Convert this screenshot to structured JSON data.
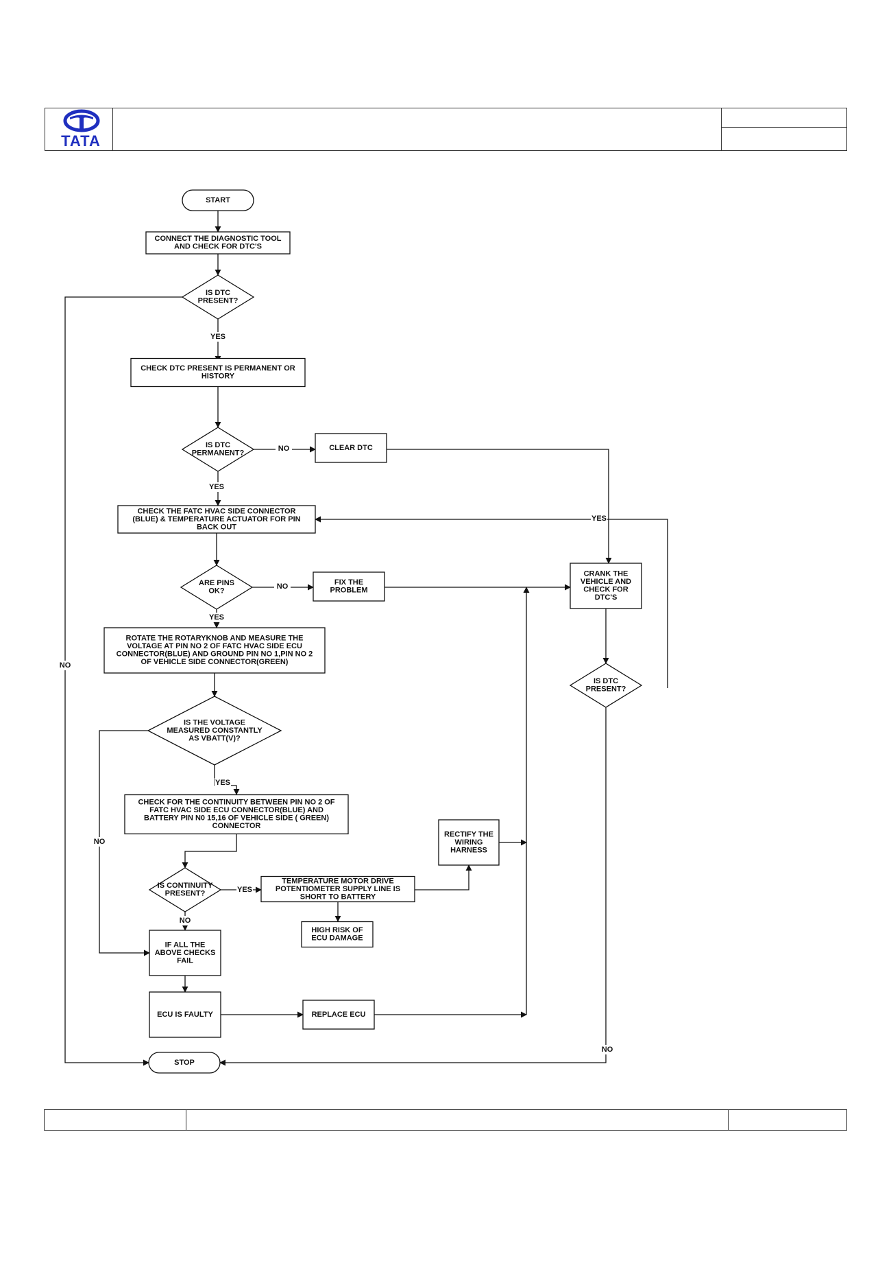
{
  "logo": {
    "name": "TATA",
    "color": "#1f2fbf"
  },
  "header": {
    "box_top_right": "",
    "box_bottom_right": ""
  },
  "footer": {
    "left": "",
    "middle": "",
    "right": ""
  },
  "flowchart": {
    "start": [
      "START"
    ],
    "connect_tool": [
      "CONNECT THE DIAGNOSTIC TOOL",
      "AND CHECK FOR  DTC'S"
    ],
    "is_dtc_present": [
      "IS  DTC",
      "PRESENT?"
    ],
    "check_permanent": [
      "CHECK DTC  PRESENT IS PERMANENT OR",
      "HISTORY"
    ],
    "is_dtc_permanent": [
      "IS  DTC",
      "PERMANENT?"
    ],
    "clear_dtc": [
      "CLEAR DTC"
    ],
    "check_connector": [
      "CHECK THE FATC HVAC SIDE CONNECTOR",
      "(BLUE) & TEMPERATURE ACTUATOR FOR PIN",
      "BACK OUT"
    ],
    "are_pins_ok": [
      "ARE PINS",
      "OK?"
    ],
    "fix_problem": [
      "FIX THE",
      "PROBLEM"
    ],
    "crank_vehicle": [
      "CRANK THE",
      "VEHICLE AND",
      "CHECK FOR",
      "DTC'S"
    ],
    "is_dtc_present_2": [
      "IS  DTC",
      "PRESENT?"
    ],
    "rotate_knob": [
      "ROTATE THE ROTARYKNOB AND MEASURE THE",
      "VOLTAGE AT PIN NO 2  OF FATC HVAC SIDE ECU",
      "CONNECTOR(BLUE) AND GROUND PIN NO 1,PIN NO 2",
      "OF VEHICLE SIDE CONNECTOR(GREEN)"
    ],
    "is_voltage": [
      "IS  THE VOLTAGE",
      "MEASURED CONSTANTLY",
      "AS VBATT(V)?"
    ],
    "check_continuity": [
      "CHECK FOR THE CONTINUITY BETWEEN PIN NO 2 OF",
      "FATC HVAC SIDE ECU CONNECTOR(BLUE) AND",
      "BATTERY  PIN N0 15,16 OF VEHICLE SIDE ( GREEN)",
      "CONNECTOR"
    ],
    "is_continuity": [
      "IS CONTINUITY",
      "PRESENT?"
    ],
    "temp_motor": [
      "TEMPERATURE MOTOR DRIVE",
      "POTENTIOMETER SUPPLY  LINE IS",
      "SHORT TO BATTERY"
    ],
    "rectify": [
      "RECTIFY THE",
      "WIRING",
      "HARNESS"
    ],
    "high_risk": [
      "HIGH RISK OF",
      "ECU DAMAGE"
    ],
    "all_fail": [
      "IF ALL THE",
      "ABOVE CHECKS",
      "FAIL"
    ],
    "ecu_faulty": [
      "ECU IS FAULTY"
    ],
    "replace_ecu": [
      "REPLACE ECU"
    ],
    "stop": [
      "STOP"
    ]
  },
  "edge_labels": {
    "yes_dtc_present": "YES",
    "no_dtc_present": "NO",
    "no_permanent": "NO",
    "yes_permanent": "YES",
    "yes_dtc_present_2": "YES",
    "no_pins": "NO",
    "yes_pins": "YES",
    "no_dtc_present_2": "NO",
    "yes_voltage": "YES",
    "no_voltage": "NO",
    "yes_continuity": "YES",
    "no_continuity": "NO"
  }
}
